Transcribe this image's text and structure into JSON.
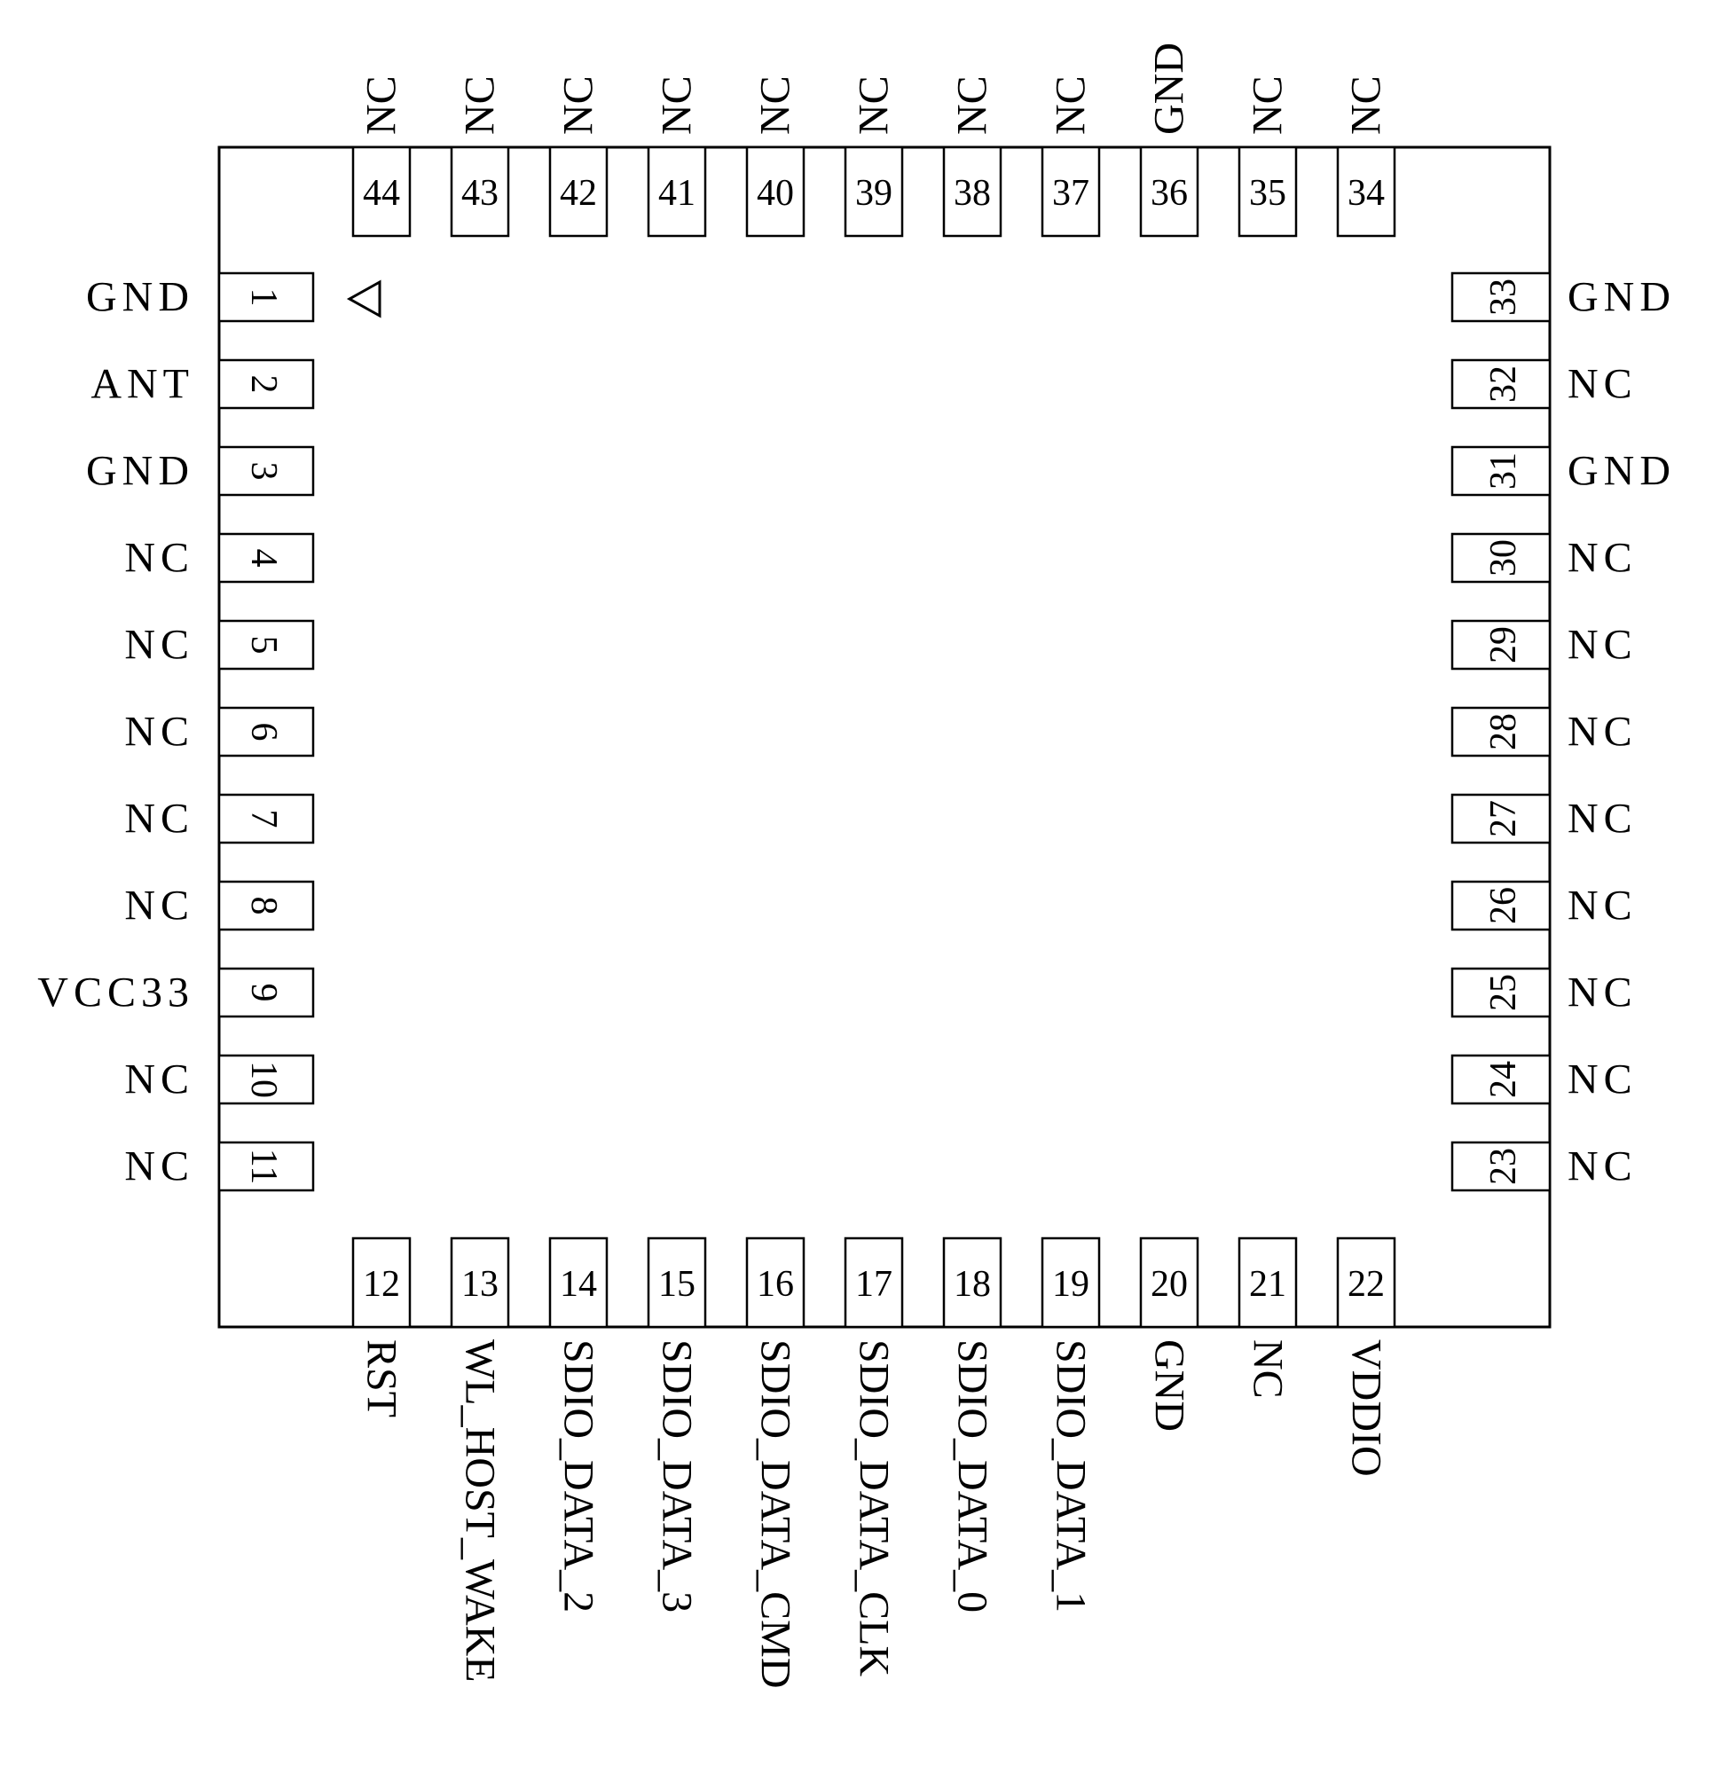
{
  "pin1_marker_icon": "triangle-marker-icon",
  "colors": {
    "outline": "#000000",
    "rst_label": "#c07800",
    "vddio_label": "#0a3a8a"
  },
  "pins": {
    "left": [
      {
        "num": "1",
        "name": "GND"
      },
      {
        "num": "2",
        "name": "ANT"
      },
      {
        "num": "3",
        "name": "GND"
      },
      {
        "num": "4",
        "name": "NC"
      },
      {
        "num": "5",
        "name": "NC"
      },
      {
        "num": "6",
        "name": "NC"
      },
      {
        "num": "7",
        "name": "NC"
      },
      {
        "num": "8",
        "name": "NC"
      },
      {
        "num": "9",
        "name": "VCC33"
      },
      {
        "num": "10",
        "name": "NC"
      },
      {
        "num": "11",
        "name": "NC"
      }
    ],
    "bottom": [
      {
        "num": "12",
        "name": "RST"
      },
      {
        "num": "13",
        "name": "WL_HOST_WAKE"
      },
      {
        "num": "14",
        "name": "SDIO_DATA_2"
      },
      {
        "num": "15",
        "name": "SDIO_DATA_3"
      },
      {
        "num": "16",
        "name": "SDIO_DATA_CMD"
      },
      {
        "num": "17",
        "name": "SDIO_DATA_CLK"
      },
      {
        "num": "18",
        "name": "SDIO_DATA_0"
      },
      {
        "num": "19",
        "name": "SDIO_DATA_1"
      },
      {
        "num": "20",
        "name": "GND"
      },
      {
        "num": "21",
        "name": "NC"
      },
      {
        "num": "22",
        "name": "VDDIO"
      }
    ],
    "right": [
      {
        "num": "23",
        "name": "NC"
      },
      {
        "num": "24",
        "name": "NC"
      },
      {
        "num": "25",
        "name": "NC"
      },
      {
        "num": "26",
        "name": "NC"
      },
      {
        "num": "27",
        "name": "NC"
      },
      {
        "num": "28",
        "name": "NC"
      },
      {
        "num": "29",
        "name": "NC"
      },
      {
        "num": "30",
        "name": "NC"
      },
      {
        "num": "31",
        "name": "GND"
      },
      {
        "num": "32",
        "name": "NC"
      },
      {
        "num": "33",
        "name": "GND"
      }
    ],
    "top": [
      {
        "num": "34",
        "name": "NC"
      },
      {
        "num": "35",
        "name": "NC"
      },
      {
        "num": "36",
        "name": "GND"
      },
      {
        "num": "37",
        "name": "NC"
      },
      {
        "num": "38",
        "name": "NC"
      },
      {
        "num": "39",
        "name": "NC"
      },
      {
        "num": "40",
        "name": "NC"
      },
      {
        "num": "41",
        "name": "NC"
      },
      {
        "num": "42",
        "name": "NC"
      },
      {
        "num": "43",
        "name": "NC"
      },
      {
        "num": "44",
        "name": "NC"
      }
    ]
  }
}
